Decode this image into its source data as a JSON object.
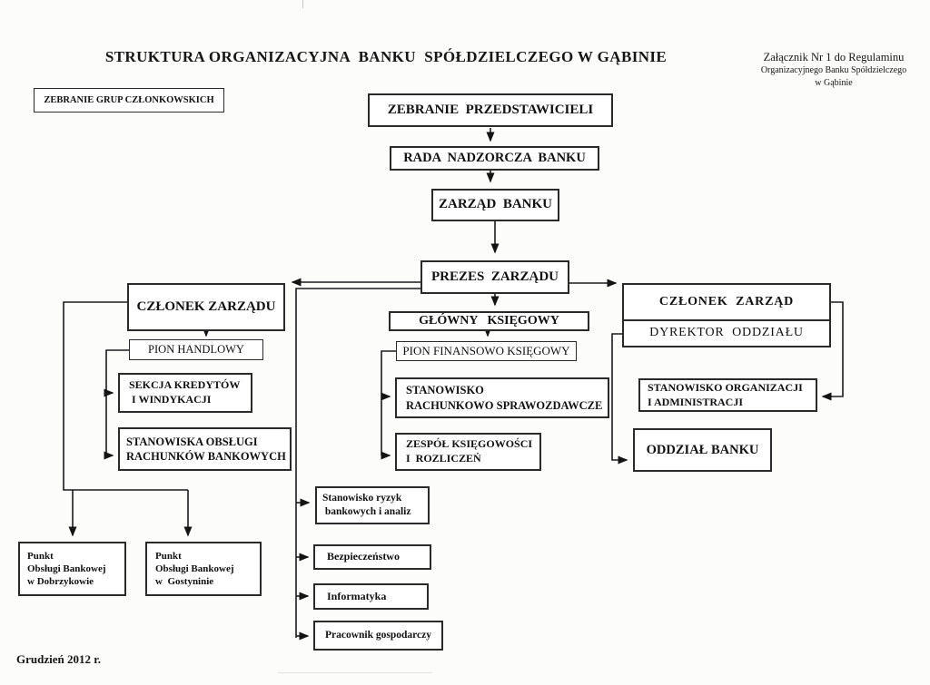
{
  "header": {
    "title": "STRUKTURA ORGANIZACYJNA  BANKU  SPÓŁDZIELCZEGO W GĄBINIE",
    "attachment_note": [
      "Załącznik Nr 1 do Regulaminu",
      "Organizacyjnego  Banku  Spółdzielczego",
      "w Gąbinie"
    ]
  },
  "nodes": {
    "zebranie_grup": "ZEBRANIE GRUP CZŁONKOWSKICH",
    "zebranie_przedstawicieli": "ZEBRANIE  PRZEDSTAWICIELI",
    "rada_nadzorcza": "RADA  NADZORCZA  BANKU",
    "zarzad_banku": "ZARZĄD  BANKU",
    "prezes_zarzadu": "PREZES  ZARZĄDU",
    "czlonek_zarzadu_lewy": "CZŁONEK ZARZĄDU",
    "pion_handlowy": "PION HANDLOWY",
    "sekcja_kredytow": "SEKCJA KREDYTÓW\n I WINDYKACJI",
    "stanowiska_obslugi": "STANOWISKA OBSŁUGI\nRACHUNKÓW BANKOWYCH",
    "glowny_ksiegowy": "GŁÓWNY   KSIĘGOWY",
    "pion_finansowo": "PION FINANSOWO KSIĘGOWY",
    "stanowisko_rachunkowo": "STANOWISKO\nRACHUNKOWO SPRAWOZDAWCZE",
    "zespol_ksiegowosci": "ZESPÓŁ KSIĘGOWOŚCI\nI  ROZLICZEŃ",
    "czlonek_zarzad_prawy": "CZŁONEK  ZARZĄD",
    "dyrektor_oddzialu": "DYREKTOR  ODDZIAŁU",
    "stanowisko_organizacji": "STANOWISKO ORGANIZACJI\nI ADMINISTRACJI",
    "oddzial_banku": "ODDZIAŁ BANKU",
    "stanowisko_ryzyk": "Stanowisko ryzyk\n bankowych i analiz",
    "bezpieczenstwo": "Bezpieczeństwo",
    "informatyka": "Informatyka",
    "pracownik_gospodarczy": "Pracownik gospodarczy",
    "punkt_dobrzykowo": "Punkt\nObsługi Bankowej\nw Dobrzykowie",
    "punkt_gostynin": "Punkt\nObsługi Bankowej\nw  Gostyninie"
  },
  "footer": {
    "date": "Grudzień 2012 r."
  },
  "colors": {
    "ink": "#1c1c1c",
    "paper": "#fcfcfa",
    "box_fill": "#ffffff"
  }
}
